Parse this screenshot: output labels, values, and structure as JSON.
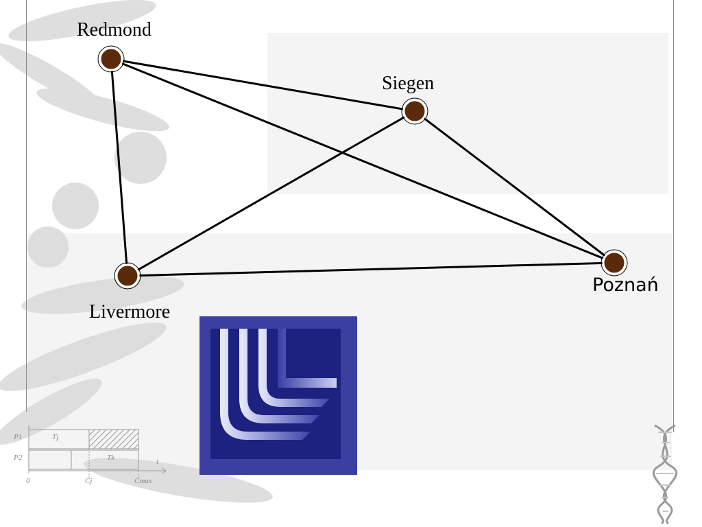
{
  "network": {
    "nodes": [
      {
        "id": "redmond",
        "label": "Redmond"
      },
      {
        "id": "siegen",
        "label": "Siegen"
      },
      {
        "id": "poznan",
        "label": "Poznań"
      },
      {
        "id": "livermore",
        "label": "Livermore"
      }
    ],
    "edges": [
      [
        "redmond",
        "siegen"
      ],
      [
        "redmond",
        "poznan"
      ],
      [
        "redmond",
        "livermore"
      ],
      [
        "siegen",
        "livermore"
      ],
      [
        "siegen",
        "poznan"
      ],
      [
        "livermore",
        "poznan"
      ]
    ],
    "node_color": "#5a2a0a",
    "edge_color": "#000000"
  },
  "gantt_graphic": {
    "rows": [
      "P1",
      "P2"
    ],
    "blocks": [
      "Tj",
      "Tk"
    ],
    "axis_ticks": [
      "0",
      "Cj",
      "Cmax"
    ],
    "axis_label": "t"
  },
  "logo": {
    "background": "#2a2f8e"
  }
}
